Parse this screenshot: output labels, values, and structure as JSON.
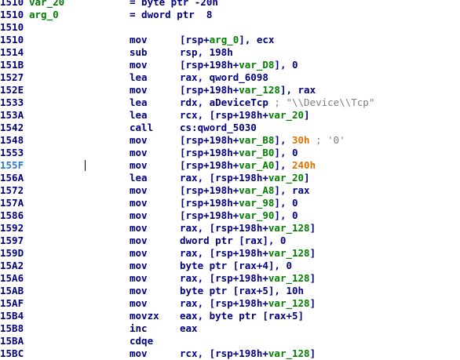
{
  "header_lines": [
    {
      "address": "1510",
      "name": "var_20",
      "definition": "= byte ptr -20h"
    },
    {
      "address": "1510",
      "name": "arg_0",
      "definition": "= dword ptr  8"
    },
    {
      "address": "1510",
      "name": "",
      "definition": ""
    }
  ],
  "instructions": [
    {
      "address": "1510",
      "mnemonic": "mov",
      "operands": [
        {
          "t": "[rsp+"
        },
        {
          "t": "arg_0",
          "c": "name-ref"
        },
        {
          "t": "], ecx"
        }
      ]
    },
    {
      "address": "1514",
      "mnemonic": "sub",
      "operands": [
        {
          "t": "rsp, 198h"
        }
      ]
    },
    {
      "address": "151B",
      "mnemonic": "mov",
      "operands": [
        {
          "t": "[rsp+198h+"
        },
        {
          "t": "var_D8",
          "c": "name-ref"
        },
        {
          "t": "], 0"
        }
      ]
    },
    {
      "address": "1527",
      "mnemonic": "lea",
      "operands": [
        {
          "t": "rax, qword_6098"
        }
      ]
    },
    {
      "address": "152E",
      "mnemonic": "mov",
      "operands": [
        {
          "t": "[rsp+198h+"
        },
        {
          "t": "var_128",
          "c": "name-ref"
        },
        {
          "t": "], rax"
        }
      ]
    },
    {
      "address": "1533",
      "mnemonic": "lea",
      "operands": [
        {
          "t": "rdx, aDeviceTcp "
        },
        {
          "t": "; \"\\\\Device\\\\Tcp\"",
          "c": "cmt"
        }
      ]
    },
    {
      "address": "153A",
      "mnemonic": "lea",
      "operands": [
        {
          "t": "rcx, [rsp+198h+"
        },
        {
          "t": "var_20",
          "c": "name-ref"
        },
        {
          "t": "]"
        }
      ]
    },
    {
      "address": "1542",
      "mnemonic": "call",
      "operands": [
        {
          "t": "cs:qword_5030"
        }
      ]
    },
    {
      "address": "1548",
      "mnemonic": "mov",
      "operands": [
        {
          "t": "[rsp+198h+"
        },
        {
          "t": "var_B8",
          "c": "name-ref"
        },
        {
          "t": "], "
        },
        {
          "t": "30h",
          "c": "imm"
        },
        {
          "t": " ; '0'",
          "c": "cmt"
        }
      ]
    },
    {
      "address": "1553",
      "mnemonic": "mov",
      "operands": [
        {
          "t": "[rsp+198h+"
        },
        {
          "t": "var_B0",
          "c": "name-ref"
        },
        {
          "t": "], 0"
        }
      ]
    },
    {
      "address": "155F",
      "mnemonic": "mov",
      "highlight": true,
      "caret": true,
      "operands": [
        {
          "t": "[rsp+198h+"
        },
        {
          "t": "var_A0",
          "c": "name-ref"
        },
        {
          "t": "], "
        },
        {
          "t": "240h",
          "c": "imm"
        }
      ]
    },
    {
      "address": "156A",
      "mnemonic": "lea",
      "operands": [
        {
          "t": "rax, [rsp+198h+"
        },
        {
          "t": "var_20",
          "c": "name-ref"
        },
        {
          "t": "]"
        }
      ]
    },
    {
      "address": "1572",
      "mnemonic": "mov",
      "operands": [
        {
          "t": "[rsp+198h+"
        },
        {
          "t": "var_A8",
          "c": "name-ref"
        },
        {
          "t": "], rax"
        }
      ]
    },
    {
      "address": "157A",
      "mnemonic": "mov",
      "operands": [
        {
          "t": "[rsp+198h+"
        },
        {
          "t": "var_98",
          "c": "name-ref"
        },
        {
          "t": "], 0"
        }
      ]
    },
    {
      "address": "1586",
      "mnemonic": "mov",
      "operands": [
        {
          "t": "[rsp+198h+"
        },
        {
          "t": "var_90",
          "c": "name-ref"
        },
        {
          "t": "], 0"
        }
      ]
    },
    {
      "address": "1592",
      "mnemonic": "mov",
      "operands": [
        {
          "t": "rax, [rsp+198h+"
        },
        {
          "t": "var_128",
          "c": "name-ref"
        },
        {
          "t": "]"
        }
      ]
    },
    {
      "address": "1597",
      "mnemonic": "mov",
      "operands": [
        {
          "t": "dword ptr [rax], 0"
        }
      ]
    },
    {
      "address": "159D",
      "mnemonic": "mov",
      "operands": [
        {
          "t": "rax, [rsp+198h+"
        },
        {
          "t": "var_128",
          "c": "name-ref"
        },
        {
          "t": "]"
        }
      ]
    },
    {
      "address": "15A2",
      "mnemonic": "mov",
      "operands": [
        {
          "t": "byte ptr [rax+4], 0"
        }
      ]
    },
    {
      "address": "15A6",
      "mnemonic": "mov",
      "operands": [
        {
          "t": "rax, [rsp+198h+"
        },
        {
          "t": "var_128",
          "c": "name-ref"
        },
        {
          "t": "]"
        }
      ]
    },
    {
      "address": "15AB",
      "mnemonic": "mov",
      "operands": [
        {
          "t": "byte ptr [rax+5], 10h"
        }
      ]
    },
    {
      "address": "15AF",
      "mnemonic": "mov",
      "operands": [
        {
          "t": "rax, [rsp+198h+"
        },
        {
          "t": "var_128",
          "c": "name-ref"
        },
        {
          "t": "]"
        }
      ]
    },
    {
      "address": "15B4",
      "mnemonic": "movzx",
      "operands": [
        {
          "t": "eax, byte ptr [rax+5]"
        }
      ]
    },
    {
      "address": "15B8",
      "mnemonic": "inc",
      "operands": [
        {
          "t": "eax"
        }
      ]
    },
    {
      "address": "15BA",
      "mnemonic": "cdqe",
      "operands": []
    },
    {
      "address": "15BC",
      "mnemonic": "mov",
      "operands": [
        {
          "t": "rcx, [rsp+198h+"
        },
        {
          "t": "var_128",
          "c": "name-ref"
        },
        {
          "t": "]"
        }
      ]
    }
  ],
  "colors": {
    "address": "#000080",
    "address_highlight": "#2a7ad0",
    "stack_var_name": "#007a00",
    "code": "#000080",
    "immediate": "#e07000",
    "comment": "#808080",
    "background": "#ffffff"
  }
}
